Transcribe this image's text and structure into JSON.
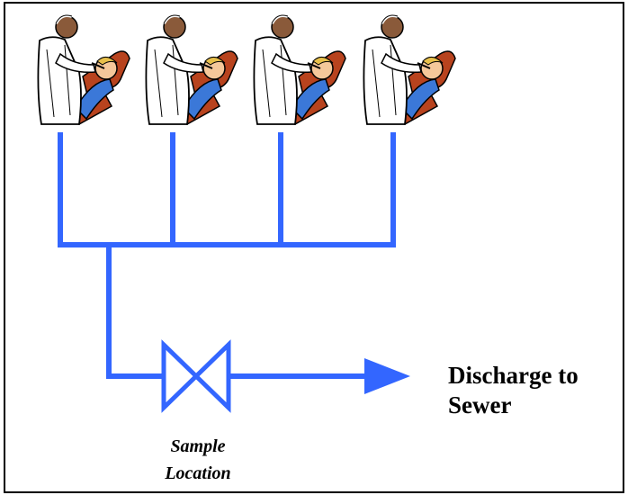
{
  "diagram": {
    "discharge_label_line1": "Discharge to",
    "discharge_label_line2": "Sewer",
    "sample_label_line1": "Sample",
    "sample_label_line2": "Location",
    "station_icon": "dentist-treating-patient-icon",
    "station_count": 4,
    "pipe_color": "#3366FF",
    "valve_color": "#3366FF"
  }
}
